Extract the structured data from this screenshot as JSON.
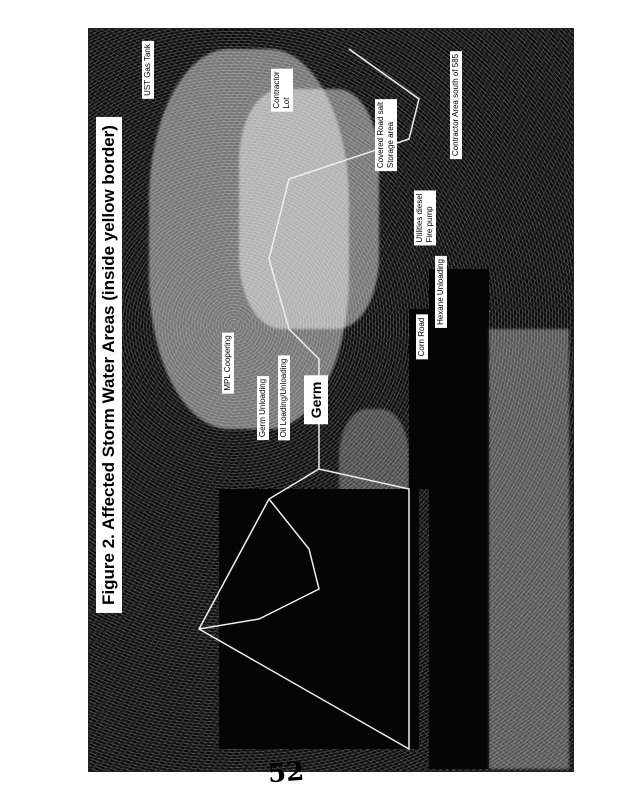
{
  "figure": {
    "title": "Figure 2. Affected Storm Water Areas (inside yellow border)",
    "labels": {
      "ust_gas_tank": "UST Gas Tank",
      "contractor_lot_1": "Contractor",
      "contractor_lot_2": "Lot",
      "salt_storage_1": "Covered Road salt",
      "salt_storage_2": "Storage area",
      "contractor_area": "Contractor Area south of 585",
      "fire_pump_1": "Utilities diesel",
      "fire_pump_2": "Fire pump",
      "hexane_unloading": "Hexane Unloading",
      "corn_road": "Corn Road",
      "mpl_coopering": "MPL Coopering",
      "germ_unloading": "Germ Unloading",
      "oil_loading": "Oil Loading/Unloading",
      "germ": "Germ"
    },
    "border_color": "#ffff00"
  },
  "page_number": "52"
}
